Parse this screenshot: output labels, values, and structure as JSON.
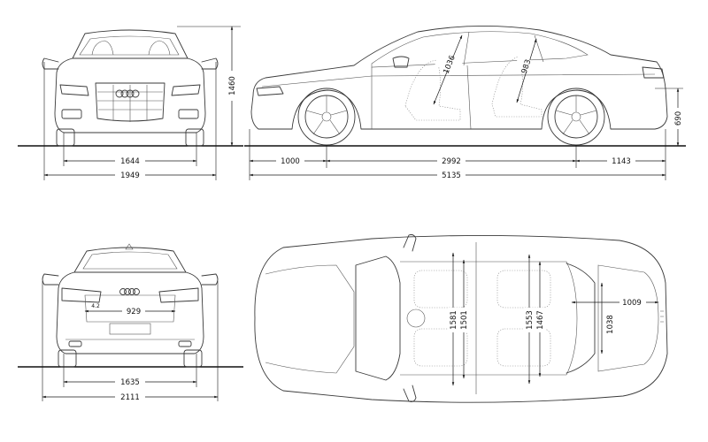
{
  "dimensions": {
    "front_track": "1644",
    "width_mirrors_front": "1949",
    "height": "1460",
    "front_overhang": "1000",
    "wheelbase": "2992",
    "rear_overhang": "1143",
    "length": "5135",
    "trunk_sill_height": "690",
    "front_headroom": "1036",
    "rear_headroom": "983",
    "rear_track": "1635",
    "width_mirrors_rear": "2111",
    "trunk_opening_width": "929",
    "front_shoulder_width": "1581",
    "front_elbow_width": "1501",
    "rear_shoulder_width": "1553",
    "rear_elbow_width": "1467",
    "trunk_length": "1009",
    "trunk_width": "1038"
  },
  "badges": {
    "rear_badge": "4.2"
  },
  "icons": [
    "audi-rings-front-icon",
    "audi-rings-rear-icon"
  ],
  "colors": {
    "line": "#3a3a3a",
    "dimension": "#1a1a1a",
    "background": "#ffffff"
  }
}
